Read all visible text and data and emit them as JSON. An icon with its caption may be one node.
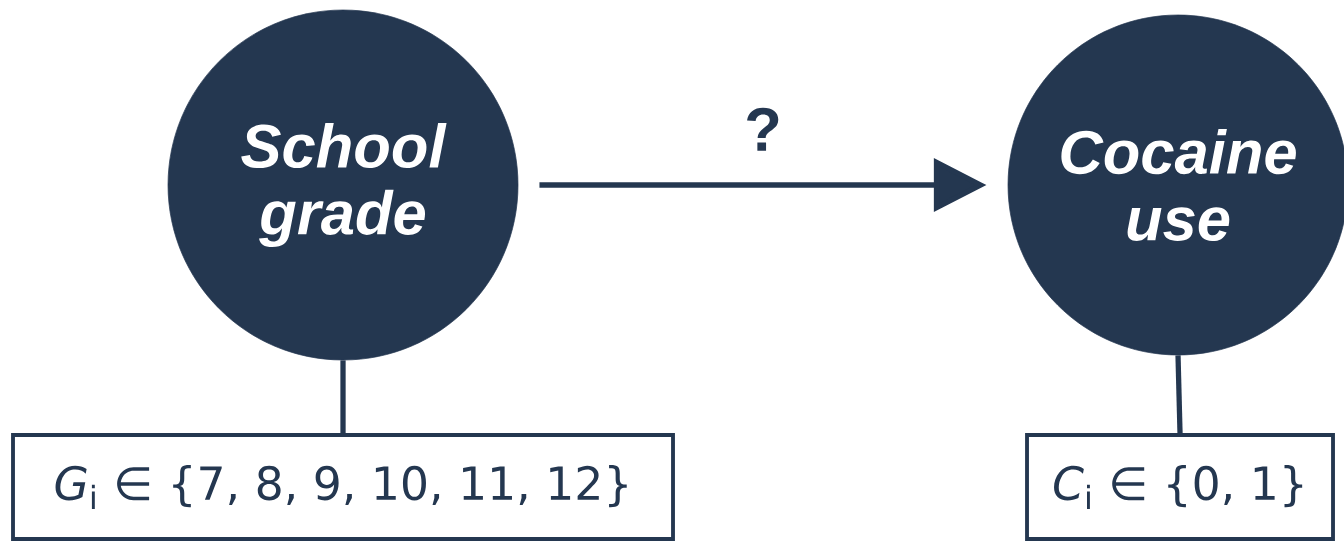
{
  "diagram": {
    "nodes": [
      {
        "text": [
          "School grade"
        ]
      },
      {
        "text": [
          "Cocaine use"
        ]
      },
      {
        "text": [
          "*G*$_{i}$ ∈ {7, 8, 9, 10, 11, 12}"
        ]
      },
      {
        "text": [
          "*C*$_{i}$ ∈ {0, 1}"
        ]
      }
    ],
    "edges": [
      {
        "from": 0,
        "to": 1,
        "arrow": "to",
        "label": "?"
      },
      {
        "from": 0,
        "to": 2,
        "arrow": "none"
      },
      {
        "from": 1,
        "to": 3,
        "arrow": "none"
      }
    ]
  }
}
